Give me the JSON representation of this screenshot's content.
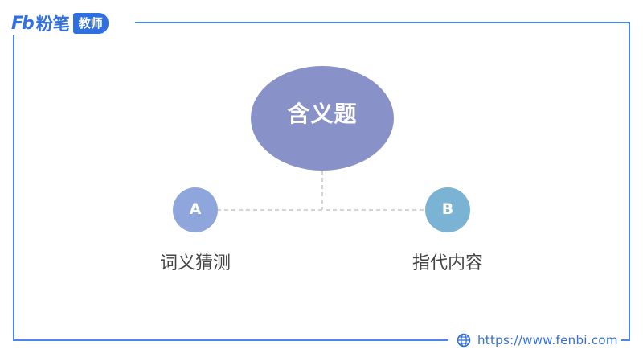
{
  "logo": {
    "mark": "Fb",
    "brand": "粉笔",
    "badge": "教师"
  },
  "diagram": {
    "center": {
      "label": "含义题",
      "color": "#8892c8"
    },
    "nodes": [
      {
        "letter": "A",
        "label": "词义猜测",
        "color": "#8ea6db"
      },
      {
        "letter": "B",
        "label": "指代内容",
        "color": "#7ab3d3"
      }
    ],
    "connector_color": "#d4d4d4"
  },
  "footer": {
    "url": "https://www.fenbi.com",
    "icon": "globe-icon"
  },
  "colors": {
    "accent": "#2f6fe0",
    "frame": "#4a86e8"
  }
}
